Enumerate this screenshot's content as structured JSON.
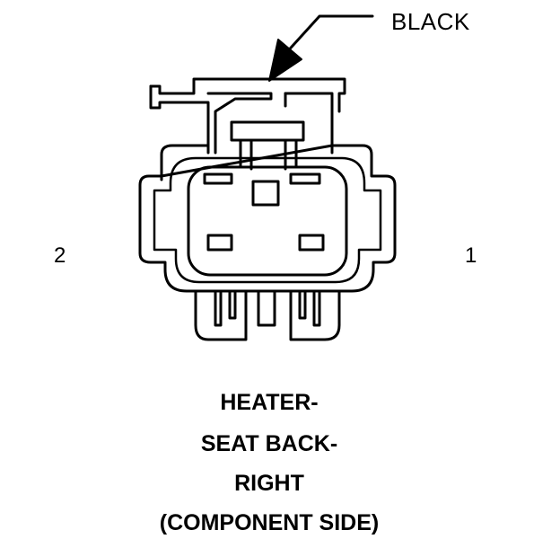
{
  "callout": {
    "color": "BLACK"
  },
  "pins": {
    "left": "2",
    "right": "1"
  },
  "caption": {
    "line1": "HEATER-",
    "line2": "SEAT BACK-",
    "line3": "RIGHT",
    "line4": "(COMPONENT SIDE)"
  }
}
